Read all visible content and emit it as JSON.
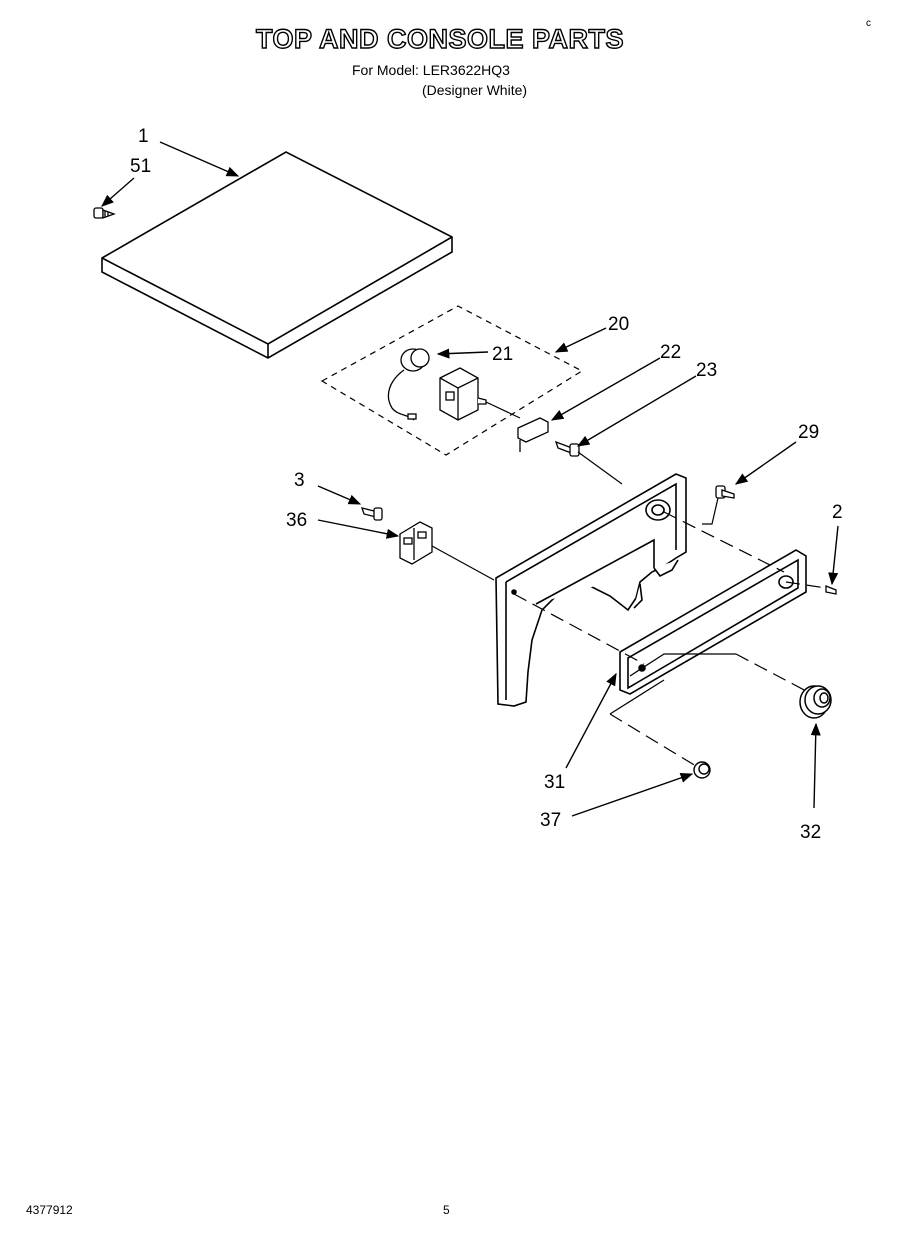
{
  "header": {
    "title": "TOP AND CONSOLE PARTS",
    "model_line": "For Model: LER3622HQ3",
    "variant_line": "(Designer White)"
  },
  "footer": {
    "doc_number": "4377912",
    "page_number": "5"
  },
  "corner_mark": "c",
  "callouts": {
    "c1": "1",
    "c51": "51",
    "c20": "20",
    "c21": "21",
    "c22": "22",
    "c23": "23",
    "c29": "29",
    "c3": "3",
    "c36": "36",
    "c2": "2",
    "c31": "31",
    "c32": "32",
    "c37": "37"
  }
}
